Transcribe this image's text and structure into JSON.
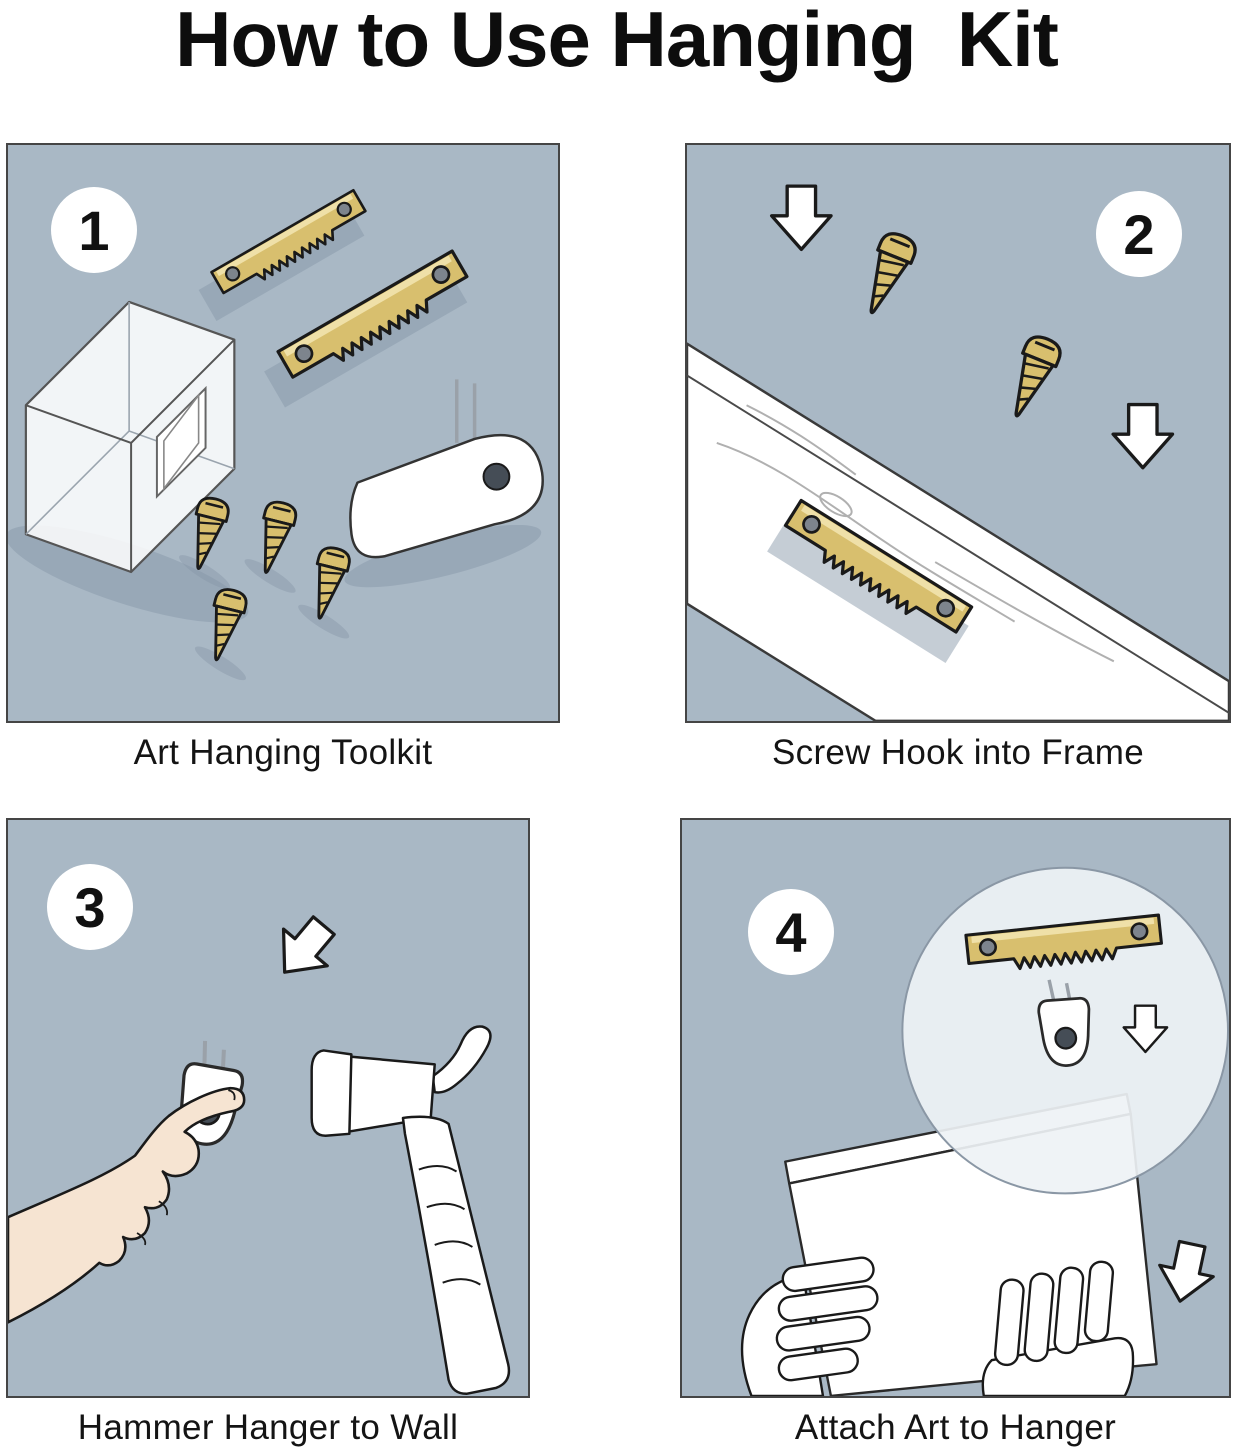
{
  "title": "How to Use Hanging  Kit",
  "steps": [
    {
      "number": "1",
      "caption": "Art Hanging Toolkit"
    },
    {
      "number": "2",
      "caption": "Screw Hook into Frame"
    },
    {
      "number": "3",
      "caption": "Hammer Hanger to Wall"
    },
    {
      "number": "4",
      "caption": "Attach Art to Hanger"
    }
  ],
  "colors": {
    "page_background": "#ffffff",
    "panel_background": "#a9b8c5",
    "panel_border": "#454545",
    "brass": "#d8bf6e",
    "brass_highlight": "#efe0a8",
    "outline": "#1a1a1a",
    "skin": "#f6e4d2",
    "shadow": "#8897a9",
    "text": "#141414"
  },
  "icons": {
    "step1": [
      "storage-box-icon",
      "sawtooth-hanger-icon",
      "screw-icon",
      "nail-in-hook-icon"
    ],
    "step2": [
      "wood-frame",
      "sawtooth-hanger-icon",
      "screw-icon",
      "arrow-down-icon"
    ],
    "step3": [
      "arrow-down-icon",
      "nail-in-hook-icon",
      "hammer-icon",
      "hand-icon"
    ],
    "step4": [
      "magnifier-circle",
      "sawtooth-hanger-icon",
      "nail-in-hook-icon",
      "arrow-down-icon",
      "art-canvas",
      "hand-icon"
    ]
  }
}
